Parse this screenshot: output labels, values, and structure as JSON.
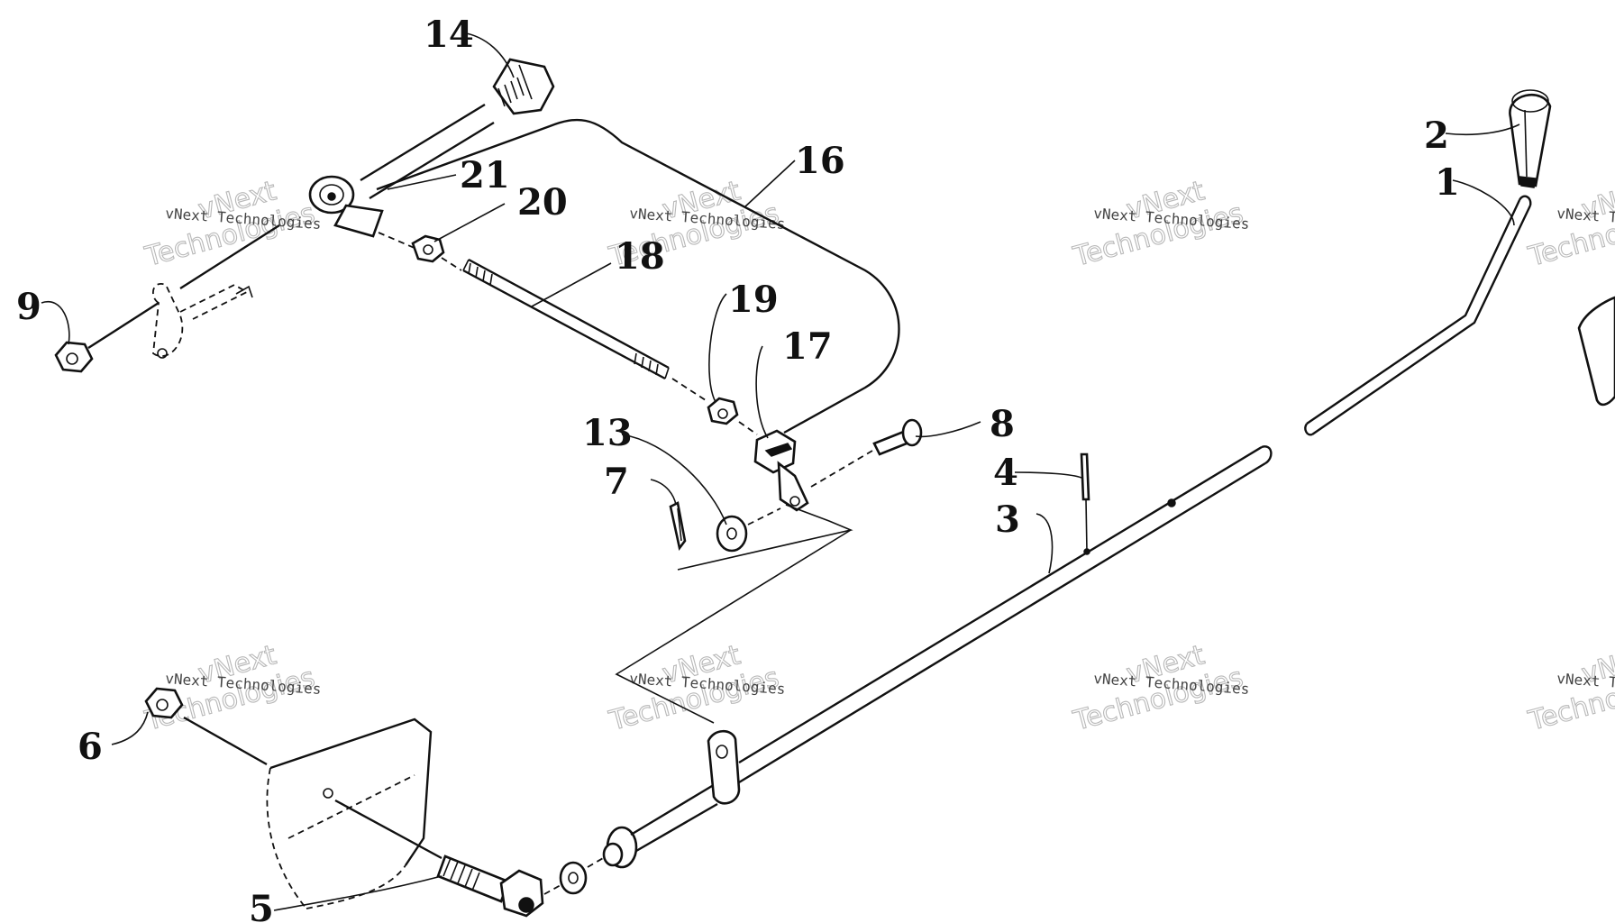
{
  "diagram": {
    "callouts": [
      "1",
      "2",
      "3",
      "4",
      "5",
      "6",
      "7",
      "8",
      "9",
      "13",
      "14",
      "16",
      "17",
      "18",
      "19",
      "20",
      "21"
    ]
  },
  "watermark": {
    "line1": "vNext Technologies",
    "line2": "vNext",
    "line3": "Technologies"
  },
  "colors": {
    "ink": "#111111",
    "background": "#ffffff",
    "watermark": "#b8b8b8"
  }
}
